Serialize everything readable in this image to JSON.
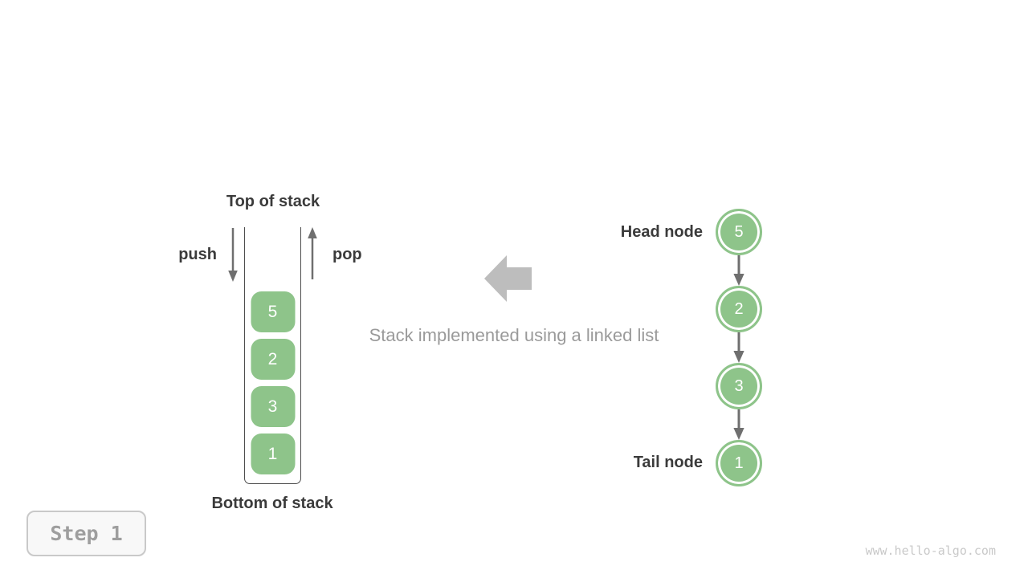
{
  "stack": {
    "top_label": "Top of stack",
    "bottom_label": "Bottom of stack",
    "push_label": "push",
    "pop_label": "pop",
    "items": [
      "5",
      "2",
      "3",
      "1"
    ]
  },
  "transition": {
    "caption": "Stack implemented using a linked list",
    "arrow_icon": "block-arrow-left"
  },
  "linked_list": {
    "head_label": "Head node",
    "tail_label": "Tail node",
    "nodes": [
      "5",
      "2",
      "3",
      "1"
    ]
  },
  "footer": {
    "step_label": "Step 1",
    "watermark": "www.hello-algo.com"
  },
  "colors": {
    "node_green": "#8ec48a",
    "container_border": "#4d4d4d",
    "arrow_gray": "#6f6f6f",
    "block_arrow_gray": "#bdbdbd",
    "caption_gray": "#9a9a9a",
    "label_dark": "#3b3b3b",
    "badge_text": "#9e9e9e"
  }
}
